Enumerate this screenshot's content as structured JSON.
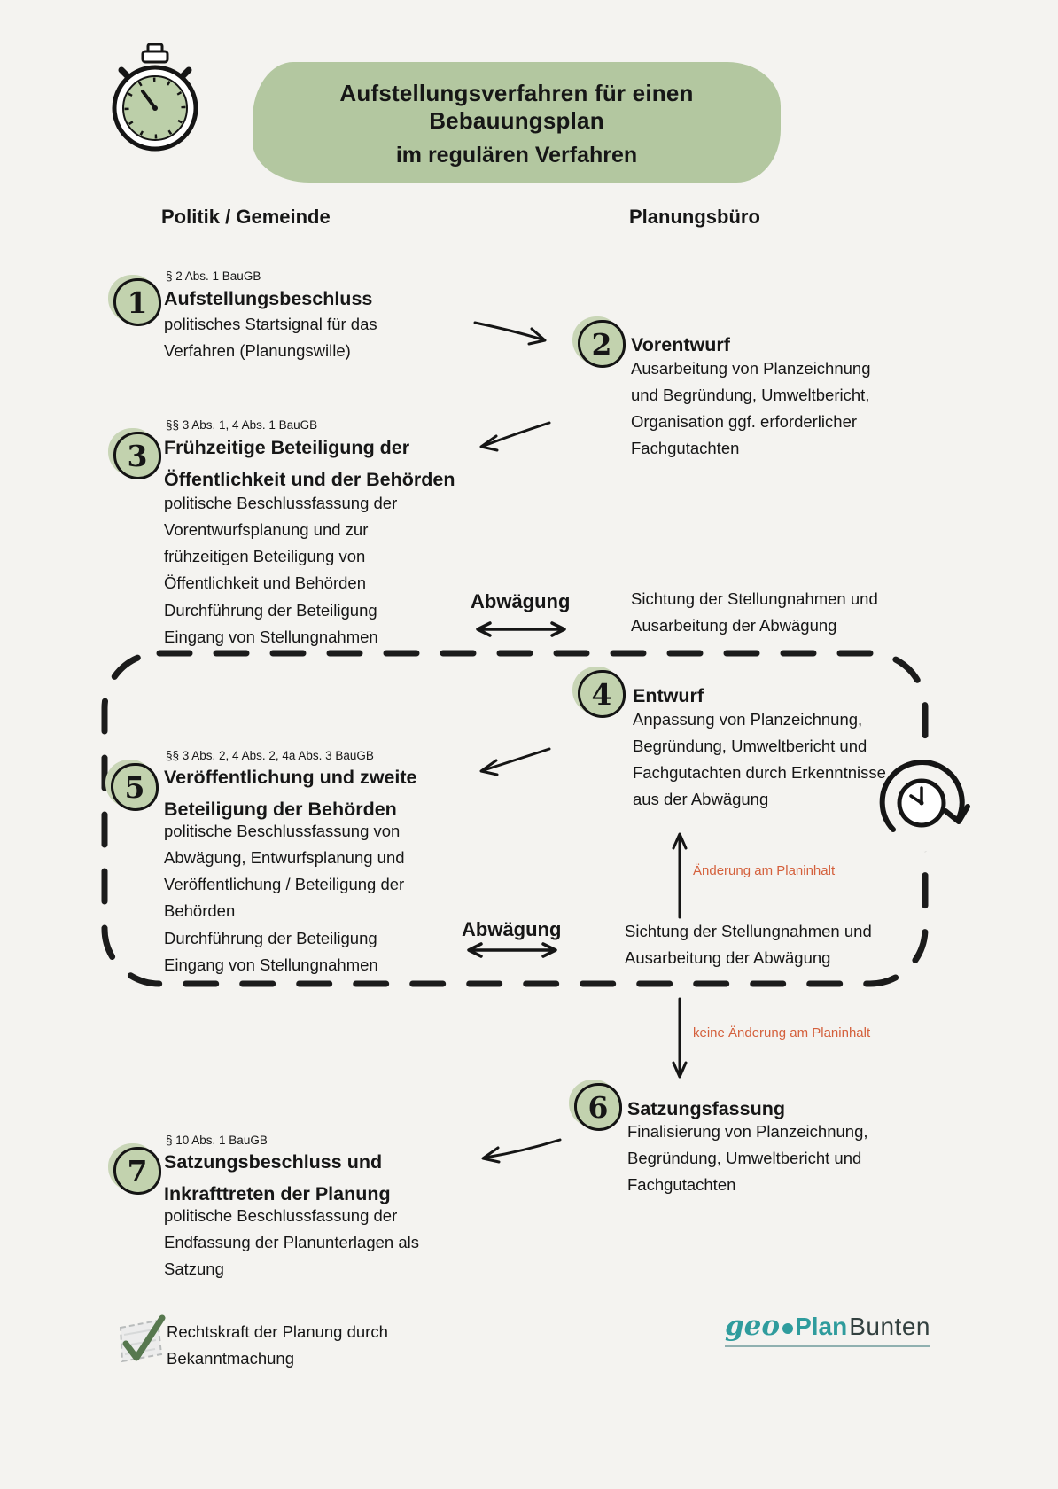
{
  "banner": {
    "line1": "Aufstellungsverfahren für einen Bebauungsplan",
    "line2": "im regulären Verfahren"
  },
  "columns": {
    "left": "Politik / Gemeinde",
    "right": "Planungsbüro"
  },
  "steps": [
    {
      "number": "1",
      "law": "§ 2 Abs. 1 BauGB",
      "title": "Aufstellungsbeschluss",
      "body": "politisches Startsignal für das\nVerfahren (Planungswille)"
    },
    {
      "number": "2",
      "law": "",
      "title": "Vorentwurf",
      "body": "Ausarbeitung von Planzeichnung\nund Begründung, Umweltbericht,\nOrganisation ggf. erforderlicher\nFachgutachten"
    },
    {
      "number": "3",
      "law": "§§ 3 Abs. 1,  4 Abs. 1 BauGB",
      "title": "Frühzeitige Beteiligung der\nÖffentlichkeit und der Behörden",
      "body": "politische Beschlussfassung der\nVorentwurfsplanung und zur\nfrühzeitigen Beteiligung von\nÖffentlichkeit und Behörden\nDurchführung der Beteiligung\nEingang von Stellungnahmen"
    },
    {
      "number": "4",
      "law": "",
      "title": "Entwurf",
      "body": "Anpassung von Planzeichnung,\nBegründung, Umweltbericht und\nFachgutachten durch Erkenntnisse\naus der Abwägung"
    },
    {
      "number": "5",
      "law": "§§ 3 Abs. 2,  4 Abs. 2, 4a Abs. 3 BauGB",
      "title": "Veröffentlichung und zweite\nBeteiligung der Behörden",
      "body": "politische Beschlussfassung von\nAbwägung, Entwurfsplanung und\nVeröffentlichung / Beteiligung der\nBehörden\nDurchführung der Beteiligung\nEingang von Stellungnahmen"
    },
    {
      "number": "6",
      "law": "",
      "title": "Satzungsfassung",
      "body": "Finalisierung von Planzeichnung,\nBegründung, Umweltbericht und\nFachgutachten"
    },
    {
      "number": "7",
      "law": "§ 10 Abs. 1 BauGB",
      "title": "Satzungsbeschluss und\nInkrafttreten der Planung",
      "body": "politische Beschlussfassung der\nEndfassung der Planunterlagen als\nSatzung"
    }
  ],
  "abwaegung_1": {
    "label": "Abwägung",
    "right_text": "Sichtung der Stellungnahmen und\nAusarbeitung der Abwägung"
  },
  "abwaegung_2": {
    "label": "Abwägung",
    "right_text": "Sichtung der Stellungnahmen und\nAusarbeitung der Abwägung"
  },
  "loop": {
    "change_label": "Änderung am Planinhalt",
    "no_change_label": "keine Änderung am Planinhalt"
  },
  "footer": {
    "rechtskraft": "Rechtskraft der Planung durch\nBekanntmachung",
    "logo": {
      "geo": "geo",
      "plan": "Plan",
      "bunten": "Bunten"
    }
  },
  "icons": {
    "stopwatch": "stopwatch-icon",
    "iteration_clock": "iteration-clock-icon",
    "checkmark": "checkmark-icon"
  },
  "colors": {
    "background": "#f4f3f0",
    "accent_green": "#b3c7a0",
    "circle_green": "#c2d2ae",
    "orange": "#d4603c",
    "teal": "#2f9c9d",
    "ink": "#161616"
  }
}
